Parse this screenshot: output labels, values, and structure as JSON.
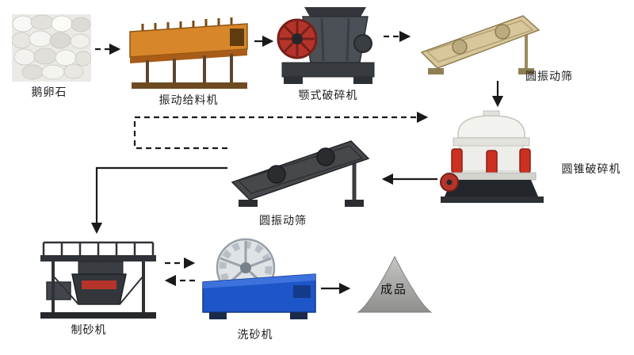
{
  "diagram": {
    "type": "process-flow",
    "nodes": {
      "pebbles": {
        "label": "鹅卵石"
      },
      "vibrating_feeder": {
        "label": "振动给料机"
      },
      "jaw_crusher": {
        "label": "颚式破碎机"
      },
      "circular_vibrating_screen_top": {
        "label": "圆振动筛"
      },
      "cone_crusher": {
        "label": "圆锥破碎机"
      },
      "circular_vibrating_screen_mid": {
        "label": "圆振动筛"
      },
      "sand_making_machine": {
        "label": "制砂机"
      },
      "sand_washing_machine": {
        "label": "洗砂机"
      },
      "finished_product": {
        "label": "成品"
      }
    },
    "edges": [
      {
        "from": "pebbles",
        "to": "vibrating_feeder",
        "style": "dashed"
      },
      {
        "from": "vibrating_feeder",
        "to": "jaw_crusher",
        "style": "solid"
      },
      {
        "from": "jaw_crusher",
        "to": "circular_vibrating_screen_top",
        "style": "dashed"
      },
      {
        "from": "circular_vibrating_screen_top",
        "to": "cone_crusher",
        "style": "solid"
      },
      {
        "from": "cone_crusher",
        "to": "circular_vibrating_screen_mid",
        "style": "solid"
      },
      {
        "from": "circular_vibrating_screen_mid",
        "to": "cone_crusher",
        "style": "dashed"
      },
      {
        "from": "circular_vibrating_screen_mid",
        "to": "sand_making_machine",
        "style": "solid"
      },
      {
        "from": "sand_making_machine",
        "to": "sand_washing_machine",
        "style": "dashed"
      },
      {
        "from": "sand_washing_machine",
        "to": "sand_making_machine",
        "style": "dashed"
      },
      {
        "from": "sand_washing_machine",
        "to": "finished_product",
        "style": "solid"
      }
    ],
    "colors": {
      "background": "#ffffff",
      "label_text": "#1d1d1d",
      "arrow": "#1a1a1a",
      "feeder_orange": "#d8862a",
      "jaw_body_gray": "#4b5056",
      "flywheel_red": "#b5342a",
      "screen_beige": "#d9c79c",
      "screen_dark": "#46484c",
      "cone_white": "#f2f2ee",
      "cone_red": "#cc3020",
      "washer_blue": "#1e55c8",
      "product_gray": "#a6a6a4"
    }
  }
}
